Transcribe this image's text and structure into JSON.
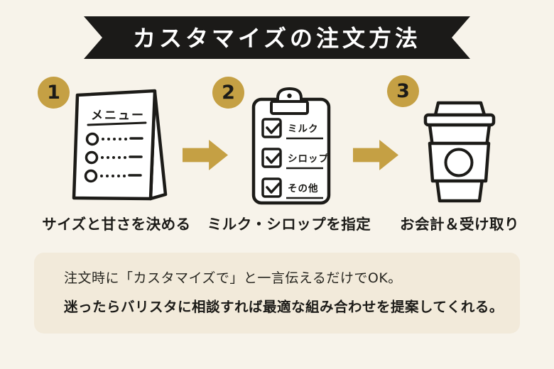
{
  "title": "カスタマイズの注文方法",
  "colors": {
    "background": "#F7F3EA",
    "ribbon": "#1B1A18",
    "gold": "#C5A044",
    "note_box": "#F2EADA",
    "ink": "#1C1B18",
    "icon_fill": "#FFFFFF"
  },
  "steps": [
    {
      "number": "1",
      "icon": "menu-stand-icon",
      "menu_label": "メニュー",
      "caption": "サイズと甘さを決める"
    },
    {
      "number": "2",
      "icon": "clipboard-checklist-icon",
      "checklist": [
        "ミルク",
        "シロップ",
        "その他"
      ],
      "caption": "ミルク・シロップを指定"
    },
    {
      "number": "3",
      "icon": "coffee-cup-icon",
      "caption": "お会計＆受け取り"
    }
  ],
  "arrows": [
    "arrow-right-icon",
    "arrow-right-icon"
  ],
  "note": {
    "line1": "注文時に「カスタマイズで」と一言伝えるだけでOK。",
    "line2": "迷ったらバリスタに相談すれば最適な組み合わせを提案してくれる。"
  }
}
